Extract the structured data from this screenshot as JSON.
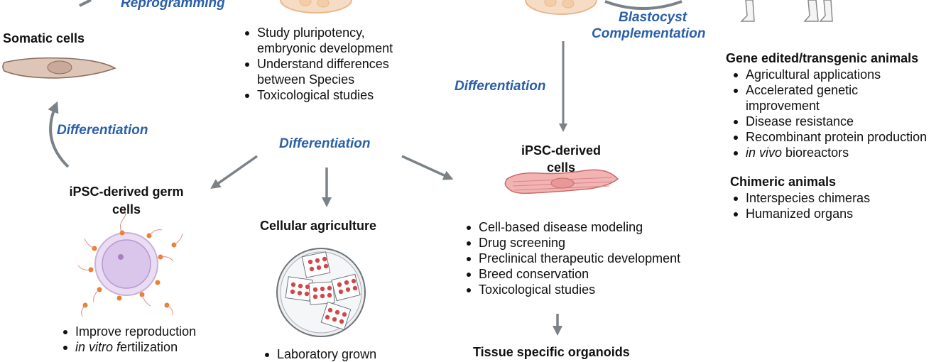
{
  "labels": {
    "reprogramming": "Reprogramming",
    "blastocyst_line1": "Blastocyst",
    "blastocyst_line2": "Complementation",
    "diff_left": "Differentiation",
    "diff_center": "Differentiation",
    "diff_right": "Differentiation"
  },
  "somatic": {
    "title": "Somatic cells"
  },
  "ipsc_uses": {
    "items": [
      "Study pluripotency,",
      "embryonic development",
      "Understand differences",
      "between Species",
      "Toxicological studies"
    ]
  },
  "animals": {
    "gene_title": "Gene edited/transgenic animals",
    "gene_items": [
      "Agricultural applications",
      "Accelerated genetic",
      "improvement",
      "Disease resistance",
      "Recombinant protein production"
    ],
    "invivo_italic": "in vivo",
    "invivo_rest": " bioreactors",
    "chimeric_title": "Chimeric animals",
    "chimeric_items": [
      "Interspecies chimeras",
      "Humanized organs"
    ]
  },
  "derived_cells": {
    "title_line1": "iPSC-derived",
    "title_line2": "cells",
    "items": [
      "Cell-based disease modeling",
      "Drug screening",
      "Preclinical therapeutic development",
      "Breed conservation",
      "Toxicological studies"
    ],
    "next_title": "Tissue specific organoids"
  },
  "germ_cells": {
    "title_line1": "iPSC-derived germ",
    "title_line2": "cells",
    "item1": "Improve reproduction",
    "item2_italic": "in vitro",
    "item2_italic2": "f",
    "item2_rest": "ertilization"
  },
  "cellular_ag": {
    "title": "Cellular agriculture",
    "item1": "Laboratory grown"
  },
  "colors": {
    "label_blue": "#2a5fa8",
    "arrow_gray": "#7a8288",
    "cell_pink": "#f0a8a8",
    "cell_tan": "#d9c2b4",
    "dot_red": "#d24848"
  }
}
